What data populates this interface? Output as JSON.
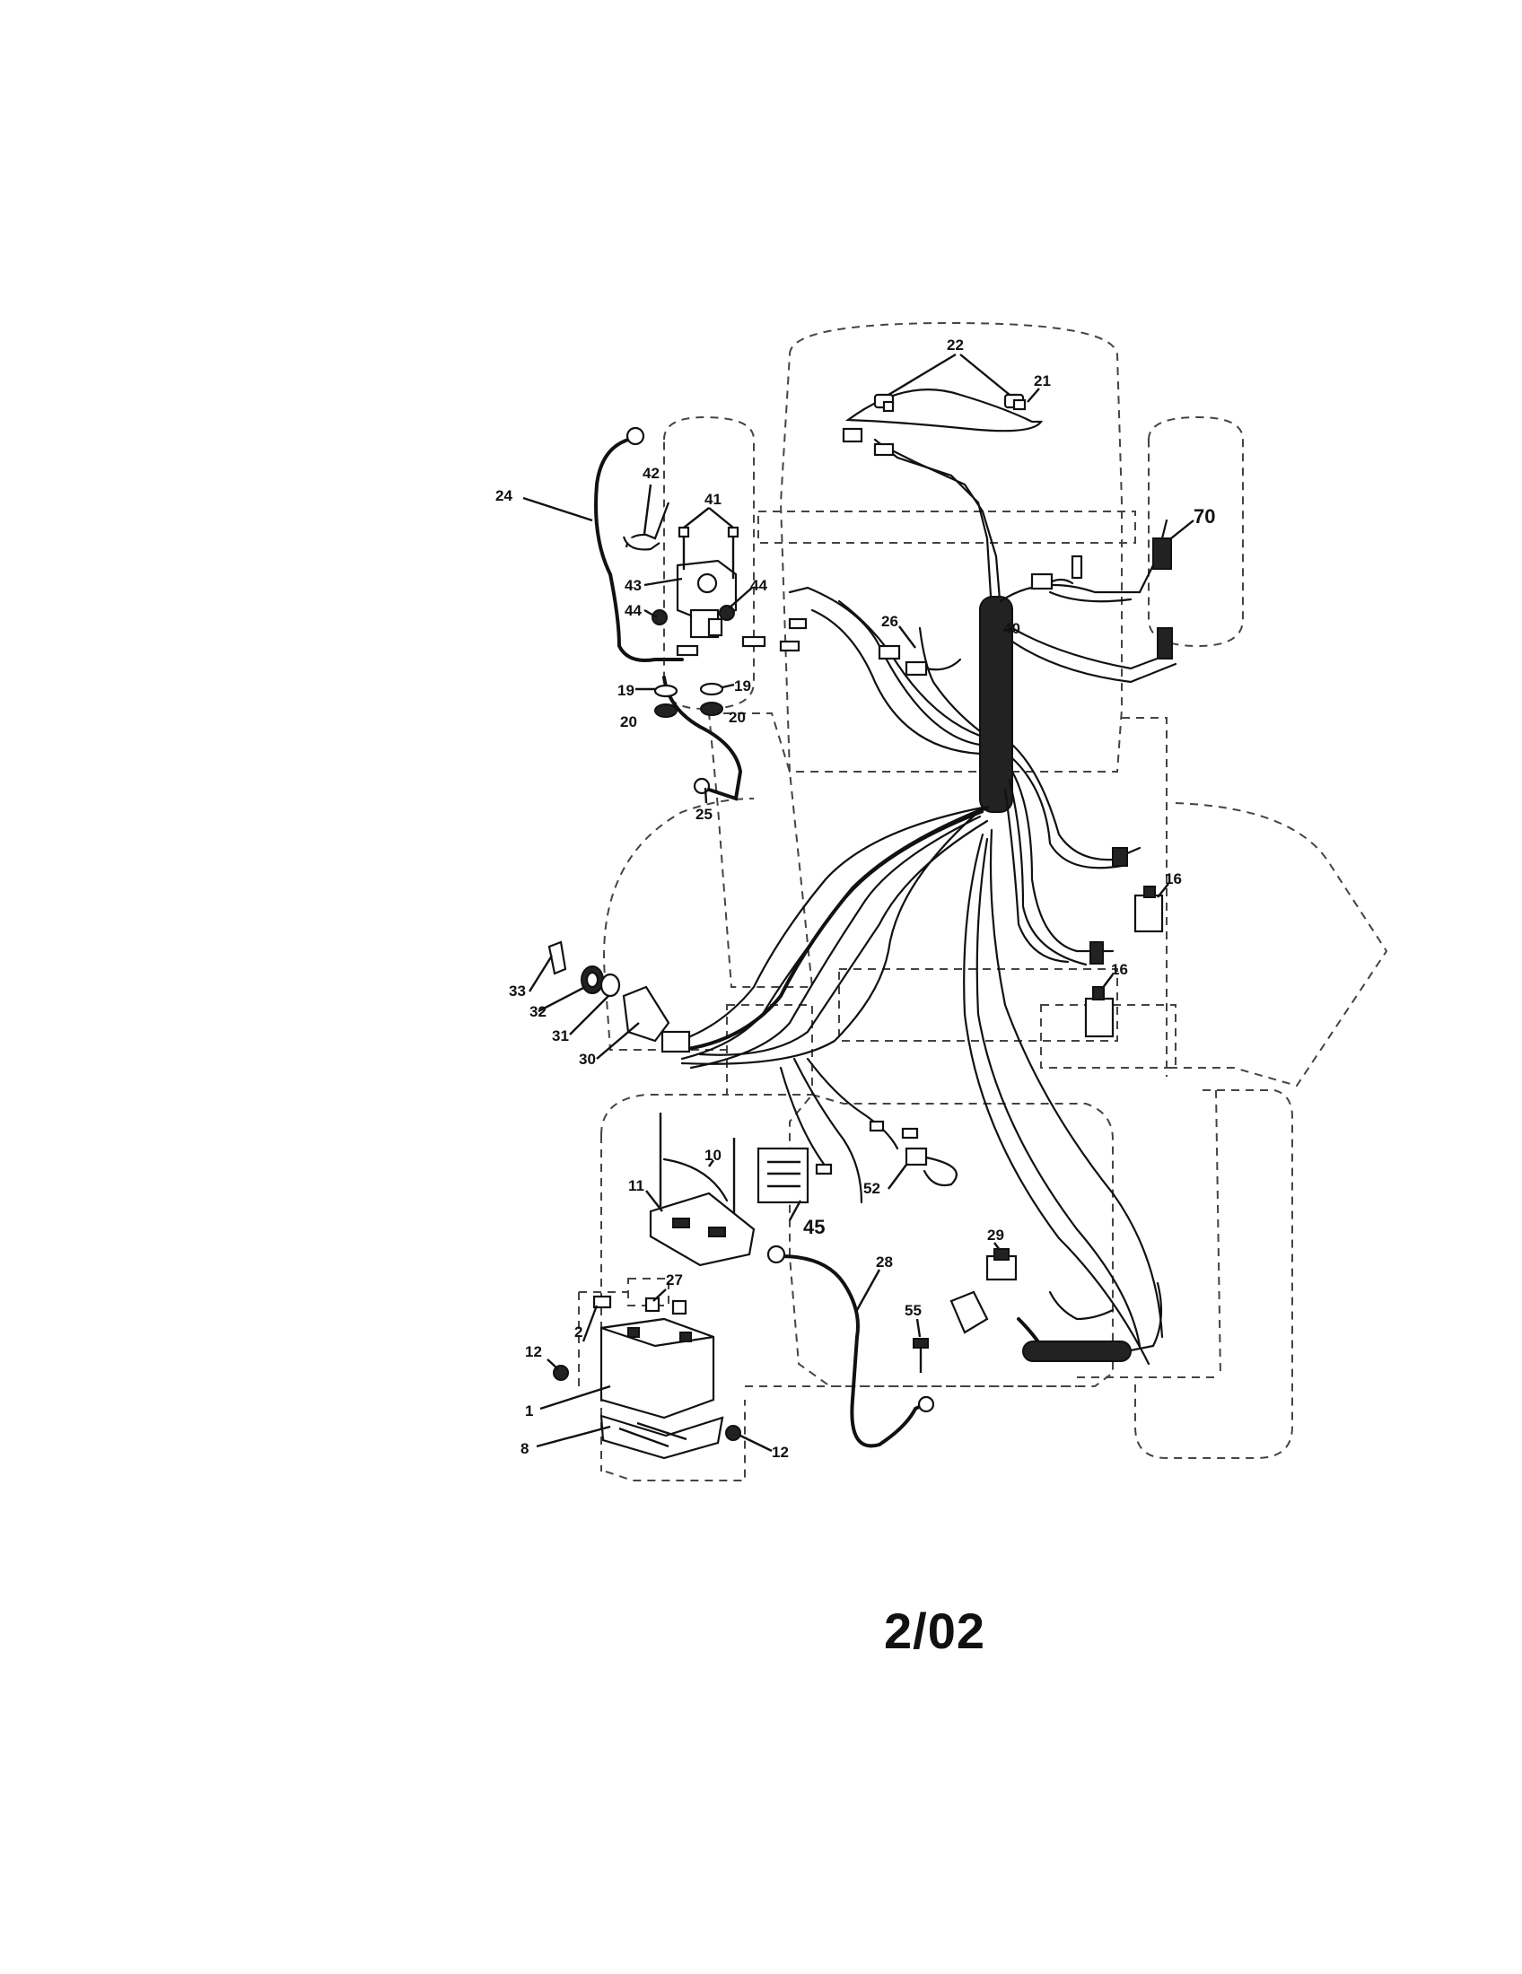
{
  "diagram": {
    "callouts": {
      "c1": "1",
      "c2": "2",
      "c8": "8",
      "c10": "10",
      "c11": "11",
      "c12a": "12",
      "c12b": "12",
      "c16a": "16",
      "c16b": "16",
      "c19a": "19",
      "c19b": "19",
      "c20a": "20",
      "c20b": "20",
      "c21": "21",
      "c22": "22",
      "c24": "24",
      "c25": "25",
      "c26": "26",
      "c27": "27",
      "c28": "28",
      "c29": "29",
      "c30": "30",
      "c31": "31",
      "c32": "32",
      "c33": "33",
      "c40": "40",
      "c41": "41",
      "c42": "42",
      "c43": "43",
      "c44a": "44",
      "c44b": "44",
      "c45": "45",
      "c52": "52",
      "c55": "55",
      "c70": "70"
    },
    "date_code": "2/02"
  }
}
